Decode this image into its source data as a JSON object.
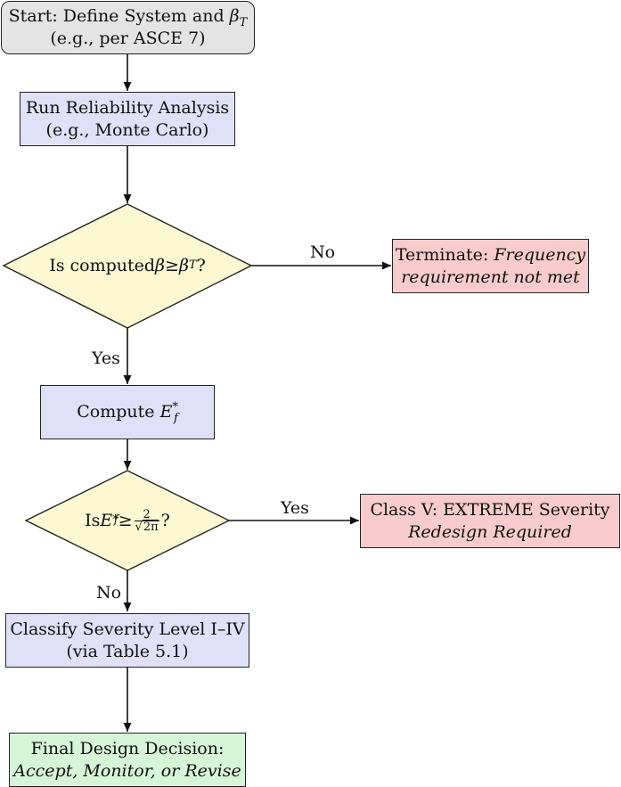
{
  "nodes": {
    "start": {
      "line1_text": "Start: Define System and ",
      "line1_sym": "β",
      "line1_sub": "T",
      "line2": "(e.g., per ASCE 7)"
    },
    "reliability": {
      "line1": "Run Reliability Analysis",
      "line2": "(e.g., Monte Carlo)"
    },
    "decision_beta": {
      "prefix": "Is computed ",
      "sym": "β",
      "op": " ≥ ",
      "rhs_sym": "β",
      "rhs_sub": "T",
      "suffix": "?"
    },
    "terminate": {
      "line1_text": "Terminate: ",
      "line1_italic": "Frequency",
      "line2_italic": "requirement not met"
    },
    "compute": {
      "text": "Compute ",
      "sym": "E",
      "sup": "*",
      "sub": "f"
    },
    "decision_ef": {
      "prefix": "Is ",
      "sym": "E",
      "sup": "*",
      "sub": "f",
      "op": " ≥ ",
      "frac_num": "2",
      "frac_den_root": "√",
      "frac_den": "2π",
      "suffix": "?"
    },
    "class_v": {
      "line1": "Class V: EXTREME Severity",
      "line2_italic": "Redesign Required"
    },
    "classify": {
      "line1": "Classify Severity Level I–IV",
      "line2": "(via Table 5.1)"
    },
    "final": {
      "line1": "Final Design Decision:",
      "line2_italic": "Accept, Monitor, or Revise"
    }
  },
  "edge_labels": {
    "no_beta": "No",
    "yes_beta": "Yes",
    "yes_ef": "Yes",
    "no_ef": "No"
  },
  "colors": {
    "start_fill": "#e4e4e4",
    "process_fill": "#e0e0f8",
    "decision_fill": "#fbf8d2",
    "terminal_bad_fill": "#f8cccc",
    "terminal_good_fill": "#d6f5d6",
    "stroke": "#222222"
  }
}
